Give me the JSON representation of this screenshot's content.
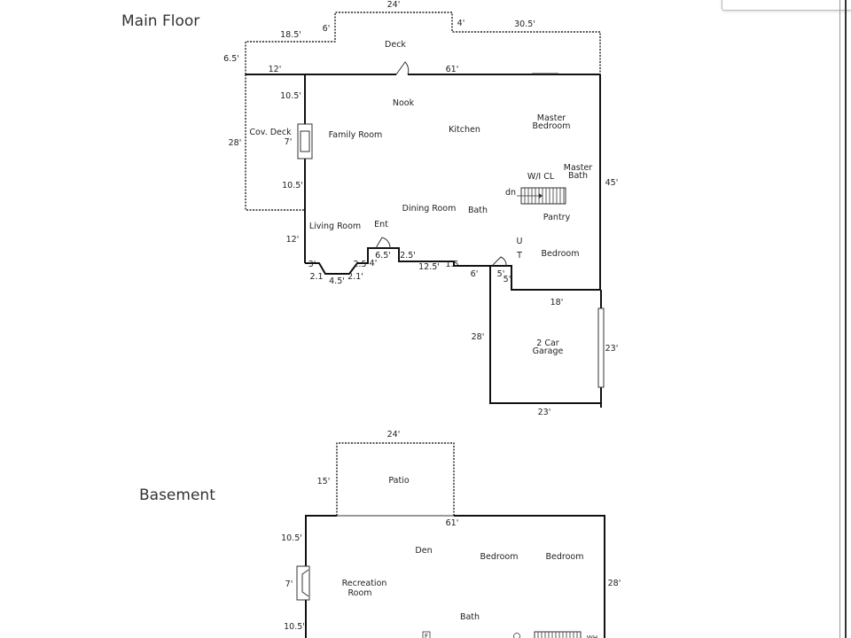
{
  "main_floor": {
    "title": "Main Floor",
    "rooms": {
      "deck": "Deck",
      "nook": "Nook",
      "kitchen": "Kitchen",
      "master_bedroom_1": "Master",
      "master_bedroom_2": "Bedroom",
      "cov_deck": "Cov. Deck",
      "family_room": "Family Room",
      "master_bath_1": "Master",
      "master_bath_2": "Bath",
      "wic": "W/I CL",
      "stairs_dn": "dn",
      "pantry": "Pantry",
      "dining_room": "Dining Room",
      "bath": "Bath",
      "living_room": "Living Room",
      "entry": "Ent",
      "ut_u": "U",
      "ut_t": "T",
      "bedroom": "Bedroom",
      "garage_1": "2 Car",
      "garage_2": "Garage"
    },
    "dims": {
      "deck_top": "24'",
      "deck_left_step": "18.5'",
      "deck_step_h": "6'",
      "deck_right_step_h": "4'",
      "deck_right": "30.5'",
      "deck_left_h": "6.5'",
      "cov_deck_top": "12'",
      "house_top": "61'",
      "left_upper": "10.5'",
      "window": "7'",
      "left_lower": "10.5'",
      "cov_deck_h": "28'",
      "right_side": "45'",
      "living_h": "12'",
      "bay_3": "3'",
      "bay_21a": "2.1",
      "bay_45": "4.5'",
      "bay_21b": "2.1'",
      "bay_25": "2.5",
      "ent_4": "4'",
      "ent_65": "6.5'",
      "ent_25": "2.5'",
      "front_125": "12.5'",
      "front_15": "1.5",
      "front_6": "6'",
      "garage_5a": "5'",
      "garage_5b": "5'",
      "garage_top": "18'",
      "garage_left": "28'",
      "garage_right": "23'",
      "garage_bottom": "23'"
    }
  },
  "basement": {
    "title": "Basement",
    "rooms": {
      "patio": "Patio",
      "den": "Den",
      "bedroom_1": "Bedroom",
      "bedroom_2": "Bedroom",
      "recreation_1": "Recreation",
      "recreation_2": "Room",
      "bath": "Bath",
      "furnace": "F",
      "wh": "WH"
    },
    "dims": {
      "patio_top": "24'",
      "patio_side": "15'",
      "top": "61'",
      "left_upper": "10.5'",
      "window": "7'",
      "left_lower": "10.5'",
      "right": "28'"
    }
  }
}
